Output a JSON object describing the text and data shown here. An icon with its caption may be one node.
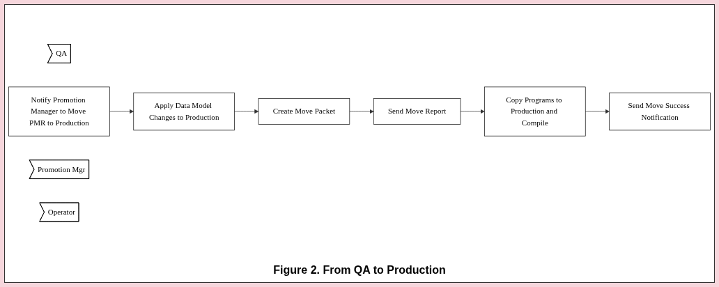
{
  "diagram": {
    "caption": "Figure 2.  From QA to Production",
    "nodes": [
      {
        "text": [
          "QA"
        ]
      },
      {
        "text": [
          "Notify Promotion Manager to Move PMR to Production"
        ]
      },
      {
        "text": [
          "Promotion Mgr"
        ]
      },
      {
        "text": [
          "Apply Data Model Changes to Production"
        ]
      },
      {
        "text": [
          "Create Move Packet"
        ]
      },
      {
        "text": [
          "Send Move Report"
        ]
      },
      {
        "text": [
          "Operator"
        ]
      },
      {
        "text": [
          "Copy Programs to Production and Compile"
        ]
      },
      {
        "text": [
          "Send Move Success Notification"
        ]
      }
    ],
    "edges": [
      {
        "from": 1,
        "to": 3,
        "arrow": "to"
      },
      {
        "from": 3,
        "to": 4,
        "arrow": "to"
      },
      {
        "from": 4,
        "to": 5,
        "arrow": "to"
      },
      {
        "from": 5,
        "to": 7,
        "arrow": "to"
      },
      {
        "from": 7,
        "to": 8,
        "arrow": "to"
      }
    ]
  }
}
